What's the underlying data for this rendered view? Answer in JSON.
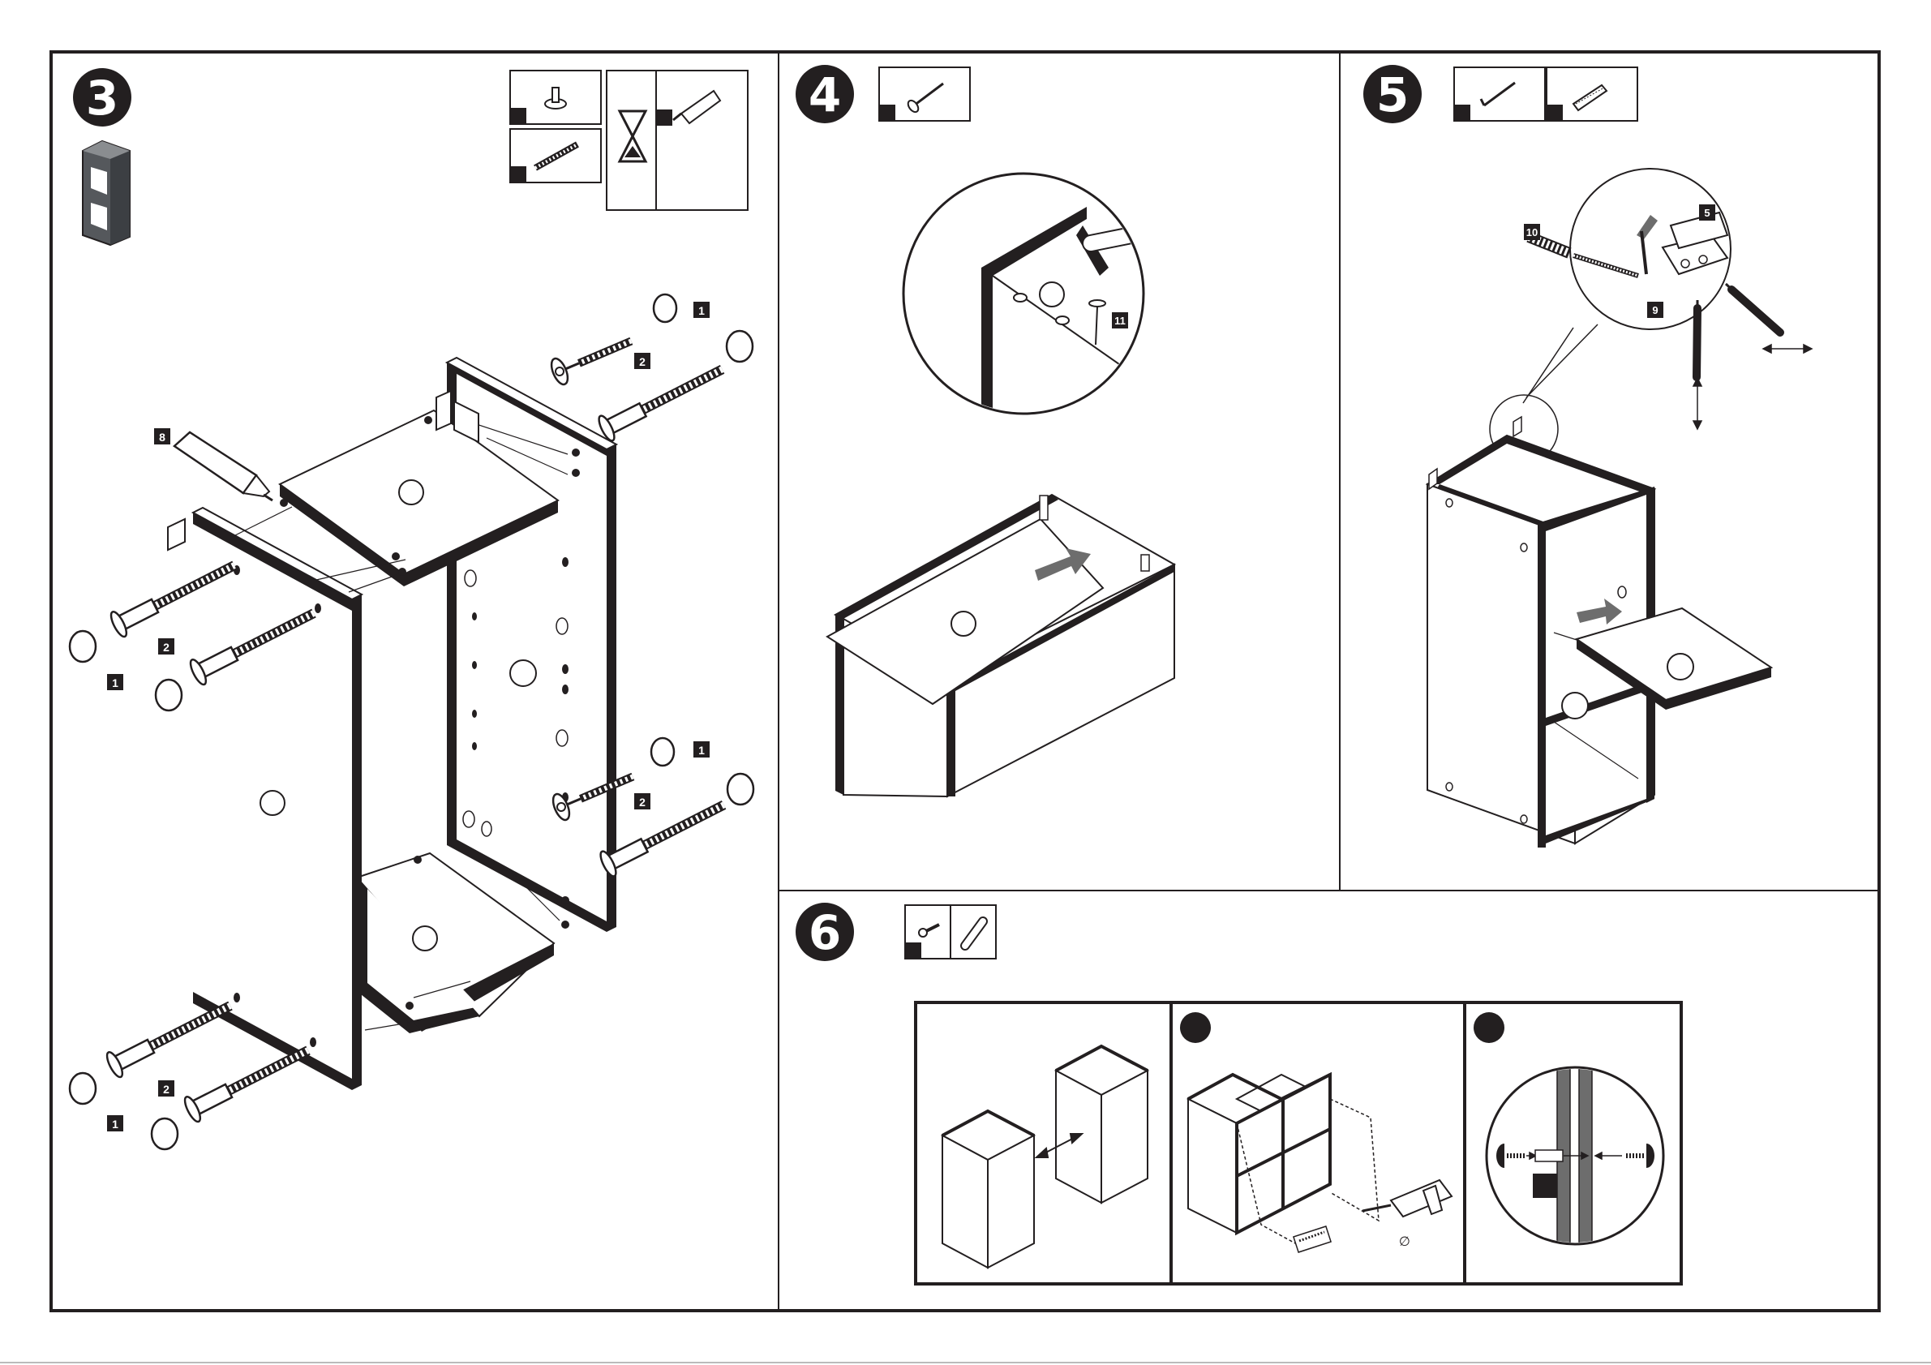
{
  "steps": [
    {
      "number": "3",
      "parts": [
        {
          "label": "1",
          "icon": "cam-bolt-icon"
        },
        {
          "label": "2",
          "icon": "dowel-screw-icon"
        },
        {
          "label": "8",
          "icon": "glue-tube-icon"
        }
      ]
    },
    {
      "number": "4",
      "parts": [
        {
          "label": "11",
          "icon": "nail-icon"
        }
      ]
    },
    {
      "number": "5",
      "parts": [
        {
          "label": "9",
          "icon": "hanging-hook-icon"
        },
        {
          "label": "10",
          "icon": "wall-plug-icon"
        },
        {
          "label": "5",
          "icon": "wall-bracket-icon"
        }
      ]
    },
    {
      "number": "6",
      "parts": [
        {
          "icon": "screw-icon"
        },
        {
          "icon": "connector-icon"
        }
      ]
    }
  ],
  "callouts": {
    "cam_bolt": "1",
    "dowel_screw": "2",
    "glue": "8",
    "nail": "11",
    "hook": "9",
    "plug": "10",
    "bracket": "5"
  },
  "colors": {
    "ink": "#231f20",
    "grey": "#6d6d6d",
    "panel": "#ffffff"
  }
}
